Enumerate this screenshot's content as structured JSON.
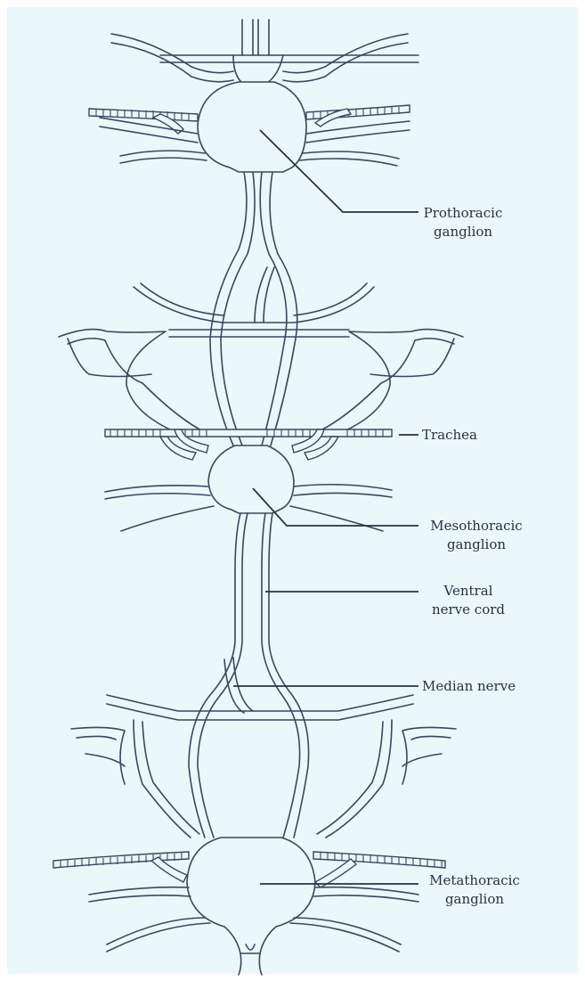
{
  "diagram": {
    "colors": {
      "background": "#eaf8fb",
      "line": "#3a4660",
      "text": "#2a2f45"
    },
    "labels": {
      "prothoracic": {
        "line1": "Prothoracic",
        "line2": "ganglion"
      },
      "trachea": {
        "line1": "Trachea"
      },
      "mesothoracic": {
        "line1": "Mesothoracic",
        "line2": "ganglion"
      },
      "ventral_nerve_cord": {
        "line1": "Ventral",
        "line2": "nerve cord"
      },
      "median_nerve": {
        "line1": "Median nerve"
      },
      "metathoracic": {
        "line1": "Metathoracic",
        "line2": "ganglion"
      }
    }
  }
}
